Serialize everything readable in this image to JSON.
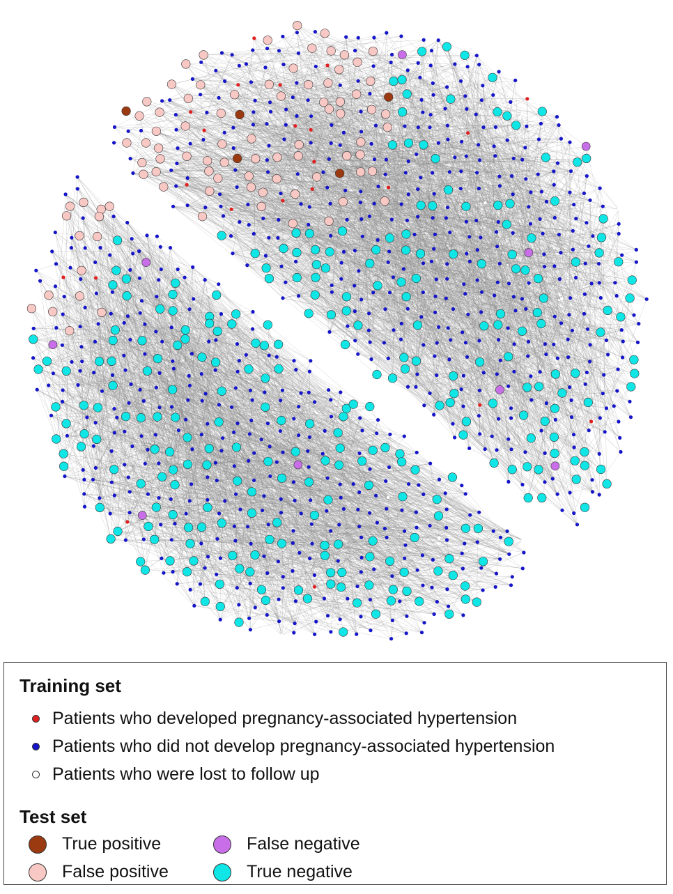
{
  "network": {
    "colors": {
      "edge": "#8a8a8a",
      "training_positive": "#e02020",
      "training_negative": "#1515c8",
      "training_lost": "#ffffff",
      "true_positive": "#9b3a10",
      "false_positive": "#f8c8c4",
      "false_negative": "#c86ee8",
      "true_negative": "#10e6e6"
    }
  },
  "legend": {
    "training_heading": "Training set",
    "training_items": [
      {
        "label": "Patients who developed pregnancy-associated hypertension",
        "color": "#e02020"
      },
      {
        "label": "Patients who did not develop pregnancy-associated hypertension",
        "color": "#1515c8"
      },
      {
        "label": "Patients who were lost to follow up",
        "color": "#ffffff"
      }
    ],
    "test_heading": "Test set",
    "test_items": [
      {
        "label": "True positive",
        "color": "#9b3a10"
      },
      {
        "label": "False negative",
        "color": "#c86ee8"
      },
      {
        "label": "False positive",
        "color": "#f8c8c4"
      },
      {
        "label": "True negative",
        "color": "#10e6e6"
      }
    ]
  }
}
